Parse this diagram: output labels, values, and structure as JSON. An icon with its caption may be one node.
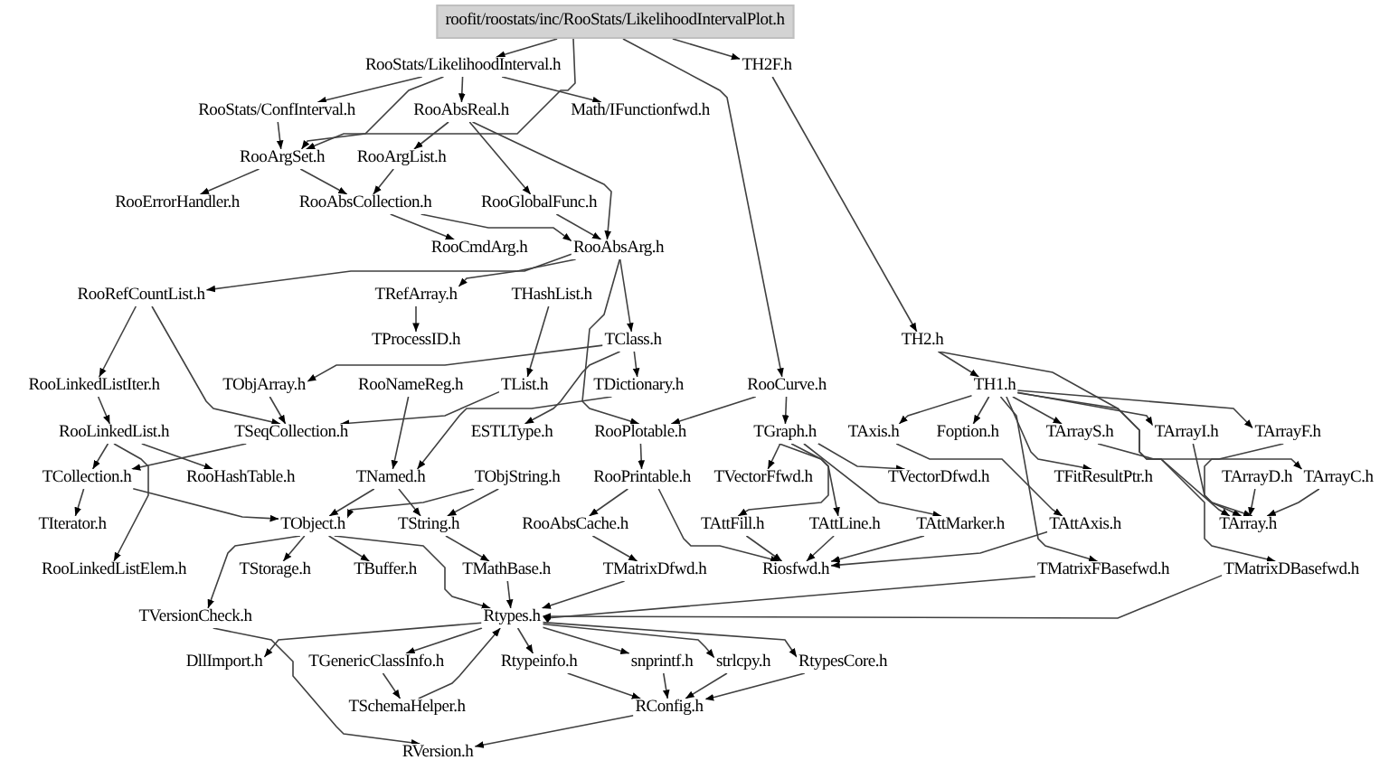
{
  "diagram": {
    "nodes": [
      {
        "text": [
          "roofit/roostats/inc/RooStats/LikelihoodIntervalPlot.h"
        ]
      },
      {
        "text": [
          "TH2F.h"
        ]
      },
      {
        "text": [
          "RooStats/LikelihoodInterval.h"
        ]
      },
      {
        "text": [
          "RooStats/ConfInterval.h"
        ]
      },
      {
        "text": [
          "RooAbsReal.h"
        ]
      },
      {
        "text": [
          "Math/IFunctionfwd.h"
        ]
      },
      {
        "text": [
          "RooArgSet.h"
        ]
      },
      {
        "text": [
          "RooArgList.h"
        ]
      },
      {
        "text": [
          "RooErrorHandler.h"
        ]
      },
      {
        "text": [
          "RooAbsCollection.h"
        ]
      },
      {
        "text": [
          "RooGlobalFunc.h"
        ]
      },
      {
        "text": [
          "RooCmdArg.h"
        ]
      },
      {
        "text": [
          "RooAbsArg.h"
        ]
      },
      {
        "text": [
          "RooRefCountList.h"
        ]
      },
      {
        "text": [
          "TRefArray.h"
        ]
      },
      {
        "text": [
          "THashList.h"
        ]
      },
      {
        "text": [
          "TProcessID.h"
        ]
      },
      {
        "text": [
          "TClass.h"
        ]
      },
      {
        "text": [
          "TH2.h"
        ]
      },
      {
        "text": [
          "RooLinkedListIter.h"
        ]
      },
      {
        "text": [
          "TObjArray.h"
        ]
      },
      {
        "text": [
          "RooNameReg.h"
        ]
      },
      {
        "text": [
          "TList.h"
        ]
      },
      {
        "text": [
          "TDictionary.h"
        ]
      },
      {
        "text": [
          "RooCurve.h"
        ]
      },
      {
        "text": [
          "TH1.h"
        ]
      },
      {
        "text": [
          "RooLinkedList.h"
        ]
      },
      {
        "text": [
          "TSeqCollection.h"
        ]
      },
      {
        "text": [
          "ESTLType.h"
        ]
      },
      {
        "text": [
          "RooPlotable.h"
        ]
      },
      {
        "text": [
          "TGraph.h"
        ]
      },
      {
        "text": [
          "TAxis.h"
        ]
      },
      {
        "text": [
          "Foption.h"
        ]
      },
      {
        "text": [
          "TArrayS.h"
        ]
      },
      {
        "text": [
          "TArrayI.h"
        ]
      },
      {
        "text": [
          "TArrayF.h"
        ]
      },
      {
        "text": [
          "TCollection.h"
        ]
      },
      {
        "text": [
          "RooHashTable.h"
        ]
      },
      {
        "text": [
          "TNamed.h"
        ]
      },
      {
        "text": [
          "TObjString.h"
        ]
      },
      {
        "text": [
          "RooPrintable.h"
        ]
      },
      {
        "text": [
          "TVectorFfwd.h"
        ]
      },
      {
        "text": [
          "TVectorDfwd.h"
        ]
      },
      {
        "text": [
          "TFitResultPtr.h"
        ]
      },
      {
        "text": [
          "TArrayD.h"
        ]
      },
      {
        "text": [
          "TArrayC.h"
        ]
      },
      {
        "text": [
          "TIterator.h"
        ]
      },
      {
        "text": [
          "TObject.h"
        ]
      },
      {
        "text": [
          "TString.h"
        ]
      },
      {
        "text": [
          "RooAbsCache.h"
        ]
      },
      {
        "text": [
          "TAttFill.h"
        ]
      },
      {
        "text": [
          "TAttLine.h"
        ]
      },
      {
        "text": [
          "TAttMarker.h"
        ]
      },
      {
        "text": [
          "TAttAxis.h"
        ]
      },
      {
        "text": [
          "TArray.h"
        ]
      },
      {
        "text": [
          "RooLinkedListElem.h"
        ]
      },
      {
        "text": [
          "TStorage.h"
        ]
      },
      {
        "text": [
          "TBuffer.h"
        ]
      },
      {
        "text": [
          "TMathBase.h"
        ]
      },
      {
        "text": [
          "TMatrixDfwd.h"
        ]
      },
      {
        "text": [
          "Riosfwd.h"
        ]
      },
      {
        "text": [
          "TMatrixFBasefwd.h"
        ]
      },
      {
        "text": [
          "TMatrixDBasefwd.h"
        ]
      },
      {
        "text": [
          "TVersionCheck.h"
        ]
      },
      {
        "text": [
          "Rtypes.h"
        ]
      },
      {
        "text": [
          "DllImport.h"
        ]
      },
      {
        "text": [
          "TGenericClassInfo.h"
        ]
      },
      {
        "text": [
          "Rtypeinfo.h"
        ]
      },
      {
        "text": [
          "snprintf.h"
        ]
      },
      {
        "text": [
          "strlcpy.h"
        ]
      },
      {
        "text": [
          "RtypesCore.h"
        ]
      },
      {
        "text": [
          "TSchemaHelper.h"
        ]
      },
      {
        "text": [
          "RConfig.h"
        ]
      },
      {
        "text": [
          "RVersion.h"
        ]
      }
    ],
    "edges": [
      {
        "from": 0,
        "to": 2,
        "arrow": "to"
      },
      {
        "from": 0,
        "to": 1,
        "arrow": "to"
      },
      {
        "from": 0,
        "to": 6,
        "arrow": "to"
      },
      {
        "from": 0,
        "to": 24,
        "arrow": "to"
      },
      {
        "from": 2,
        "to": 3,
        "arrow": "to"
      },
      {
        "from": 2,
        "to": 4,
        "arrow": "to"
      },
      {
        "from": 2,
        "to": 5,
        "arrow": "to"
      },
      {
        "from": 2,
        "to": 6,
        "arrow": "to"
      },
      {
        "from": 3,
        "to": 6,
        "arrow": "to"
      },
      {
        "from": 4,
        "to": 7,
        "arrow": "to"
      },
      {
        "from": 4,
        "to": 10,
        "arrow": "to"
      },
      {
        "from": 4,
        "to": 12,
        "arrow": "to"
      },
      {
        "from": 6,
        "to": 8,
        "arrow": "to"
      },
      {
        "from": 6,
        "to": 9,
        "arrow": "to"
      },
      {
        "from": 7,
        "to": 9,
        "arrow": "to"
      },
      {
        "from": 9,
        "to": 11,
        "arrow": "to"
      },
      {
        "from": 9,
        "to": 12,
        "arrow": "to"
      },
      {
        "from": 10,
        "to": 12,
        "arrow": "to"
      },
      {
        "from": 12,
        "to": 13,
        "arrow": "to"
      },
      {
        "from": 12,
        "to": 14,
        "arrow": "to"
      },
      {
        "from": 12,
        "to": 17,
        "arrow": "to"
      },
      {
        "from": 12,
        "to": 29,
        "arrow": "to"
      },
      {
        "from": 14,
        "to": 16,
        "arrow": "to"
      },
      {
        "from": 15,
        "to": 22,
        "arrow": "to"
      },
      {
        "from": 17,
        "to": 20,
        "arrow": "to"
      },
      {
        "from": 17,
        "to": 23,
        "arrow": "to"
      },
      {
        "from": 17,
        "to": 28,
        "arrow": "to"
      },
      {
        "from": 1,
        "to": 18,
        "arrow": "to"
      },
      {
        "from": 18,
        "to": 25,
        "arrow": "to"
      },
      {
        "from": 18,
        "to": 62,
        "arrow": "to"
      },
      {
        "from": 13,
        "to": 19,
        "arrow": "to"
      },
      {
        "from": 13,
        "to": 27,
        "arrow": "to"
      },
      {
        "from": 19,
        "to": 26,
        "arrow": "to"
      },
      {
        "from": 20,
        "to": 27,
        "arrow": "to"
      },
      {
        "from": 21,
        "to": 38,
        "arrow": "to"
      },
      {
        "from": 22,
        "to": 27,
        "arrow": "to"
      },
      {
        "from": 23,
        "to": 38,
        "arrow": "to"
      },
      {
        "from": 24,
        "to": 30,
        "arrow": "to"
      },
      {
        "from": 24,
        "to": 29,
        "arrow": "to"
      },
      {
        "from": 25,
        "to": 31,
        "arrow": "to"
      },
      {
        "from": 25,
        "to": 32,
        "arrow": "to"
      },
      {
        "from": 25,
        "to": 33,
        "arrow": "to"
      },
      {
        "from": 25,
        "to": 34,
        "arrow": "to"
      },
      {
        "from": 25,
        "to": 35,
        "arrow": "to"
      },
      {
        "from": 25,
        "to": 45,
        "arrow": "to"
      },
      {
        "from": 25,
        "to": 43,
        "arrow": "to"
      },
      {
        "from": 25,
        "to": 61,
        "arrow": "to"
      },
      {
        "from": 26,
        "to": 36,
        "arrow": "to"
      },
      {
        "from": 26,
        "to": 37,
        "arrow": "to"
      },
      {
        "from": 26,
        "to": 55,
        "arrow": "to"
      },
      {
        "from": 27,
        "to": 36,
        "arrow": "to"
      },
      {
        "from": 29,
        "to": 40,
        "arrow": "to"
      },
      {
        "from": 30,
        "to": 41,
        "arrow": "to"
      },
      {
        "from": 30,
        "to": 42,
        "arrow": "to"
      },
      {
        "from": 30,
        "to": 50,
        "arrow": "to"
      },
      {
        "from": 30,
        "to": 51,
        "arrow": "to"
      },
      {
        "from": 30,
        "to": 52,
        "arrow": "to"
      },
      {
        "from": 31,
        "to": 53,
        "arrow": "to"
      },
      {
        "from": 33,
        "to": 54,
        "arrow": "to"
      },
      {
        "from": 34,
        "to": 54,
        "arrow": "to"
      },
      {
        "from": 35,
        "to": 54,
        "arrow": "to"
      },
      {
        "from": 44,
        "to": 54,
        "arrow": "to"
      },
      {
        "from": 45,
        "to": 54,
        "arrow": "to"
      },
      {
        "from": 36,
        "to": 46,
        "arrow": "to"
      },
      {
        "from": 36,
        "to": 47,
        "arrow": "to"
      },
      {
        "from": 38,
        "to": 47,
        "arrow": "to"
      },
      {
        "from": 38,
        "to": 48,
        "arrow": "to"
      },
      {
        "from": 39,
        "to": 47,
        "arrow": "to"
      },
      {
        "from": 39,
        "to": 48,
        "arrow": "to"
      },
      {
        "from": 40,
        "to": 49,
        "arrow": "to"
      },
      {
        "from": 40,
        "to": 60,
        "arrow": "to"
      },
      {
        "from": 47,
        "to": 56,
        "arrow": "to"
      },
      {
        "from": 47,
        "to": 57,
        "arrow": "to"
      },
      {
        "from": 47,
        "to": 63,
        "arrow": "to"
      },
      {
        "from": 47,
        "to": 64,
        "arrow": "to"
      },
      {
        "from": 48,
        "to": 58,
        "arrow": "to"
      },
      {
        "from": 49,
        "to": 59,
        "arrow": "to"
      },
      {
        "from": 50,
        "to": 60,
        "arrow": "to"
      },
      {
        "from": 51,
        "to": 60,
        "arrow": "to"
      },
      {
        "from": 52,
        "to": 60,
        "arrow": "to"
      },
      {
        "from": 53,
        "to": 60,
        "arrow": "to"
      },
      {
        "from": 58,
        "to": 64,
        "arrow": "to"
      },
      {
        "from": 59,
        "to": 64,
        "arrow": "to"
      },
      {
        "from": 61,
        "to": 64,
        "arrow": "to"
      },
      {
        "from": 62,
        "to": 64,
        "arrow": "to"
      },
      {
        "from": 64,
        "to": 65,
        "arrow": "to"
      },
      {
        "from": 64,
        "to": 66,
        "arrow": "to"
      },
      {
        "from": 64,
        "to": 67,
        "arrow": "to"
      },
      {
        "from": 64,
        "to": 68,
        "arrow": "to"
      },
      {
        "from": 64,
        "to": 69,
        "arrow": "to"
      },
      {
        "from": 64,
        "to": 70,
        "arrow": "to"
      },
      {
        "from": 66,
        "to": 71,
        "arrow": "to"
      },
      {
        "from": 71,
        "to": 64,
        "arrow": "to"
      },
      {
        "from": 67,
        "to": 72,
        "arrow": "to"
      },
      {
        "from": 68,
        "to": 72,
        "arrow": "to"
      },
      {
        "from": 69,
        "to": 72,
        "arrow": "to"
      },
      {
        "from": 70,
        "to": 72,
        "arrow": "to"
      },
      {
        "from": 72,
        "to": 73,
        "arrow": "to"
      },
      {
        "from": 63,
        "to": 73,
        "arrow": "to"
      }
    ]
  }
}
